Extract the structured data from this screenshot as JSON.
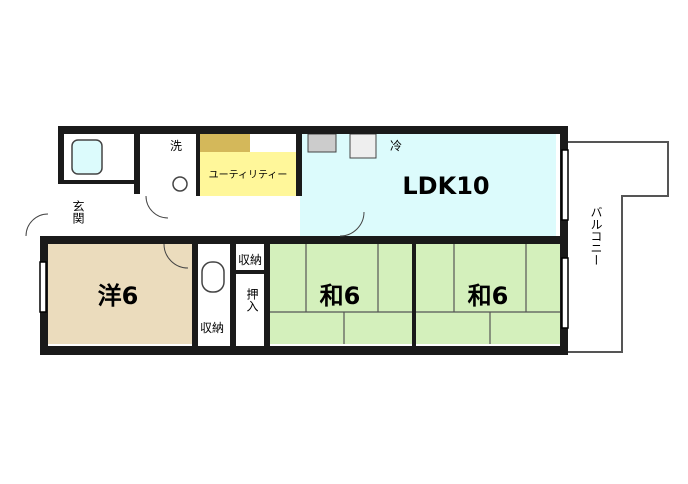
{
  "rooms": {
    "ldk": "LDK10",
    "western": "洋6",
    "japanese_1": "和6",
    "japanese_2": "和6",
    "utility": "ユーティリティー",
    "washer": "洗",
    "fridge": "冷",
    "entrance": "玄関",
    "closet_top": "収納",
    "closet_bottom": "収納",
    "oshiire": "押入",
    "balcony": "バルコニー"
  },
  "colors": {
    "ldk": "#dcfbfc",
    "western": "#ebdcbd",
    "tatami": "#d4f0bc",
    "utility": "#fff79a",
    "wall": "#1a1a1a"
  }
}
